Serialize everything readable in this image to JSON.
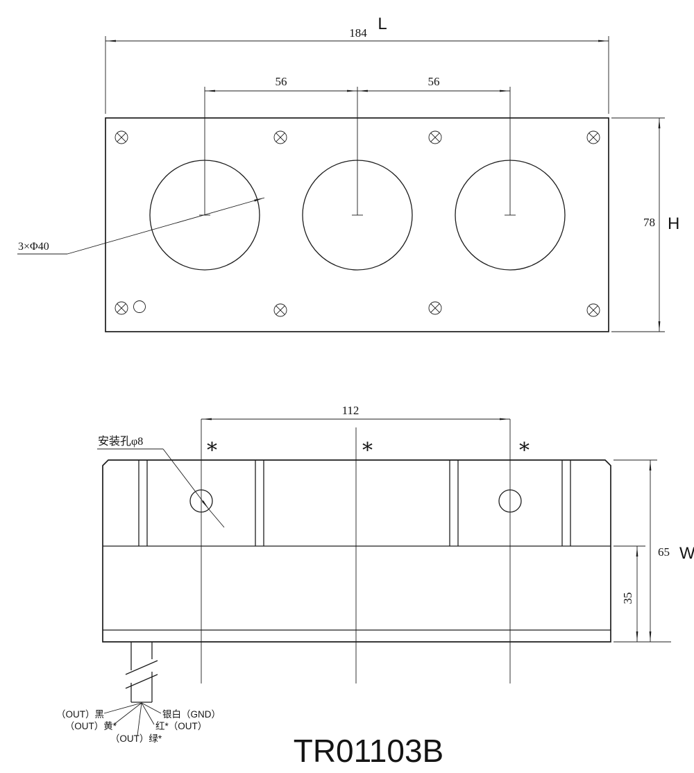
{
  "meta": {
    "background_color": "#ffffff",
    "line_color": "#1c1c1c"
  },
  "title": "TR01103B",
  "top_view": {
    "overall_label": "L",
    "overall_value": "184",
    "pitch_left": "56",
    "pitch_right": "56",
    "height_value": "78",
    "height_label": "H",
    "hole_note": "3×Φ40"
  },
  "side_view": {
    "span_value": "112",
    "mount_hole_note": "安装孔φ8",
    "asterisk": "*",
    "width_value": "65",
    "width_label": "W",
    "step_value": "35"
  },
  "cable": {
    "wire_black": "（OUT）黑",
    "wire_yellow": "（OUT）黄*",
    "wire_green": "（OUT）绿*",
    "wire_silver": "银白（GND）",
    "wire_red": "红*（OUT）"
  }
}
